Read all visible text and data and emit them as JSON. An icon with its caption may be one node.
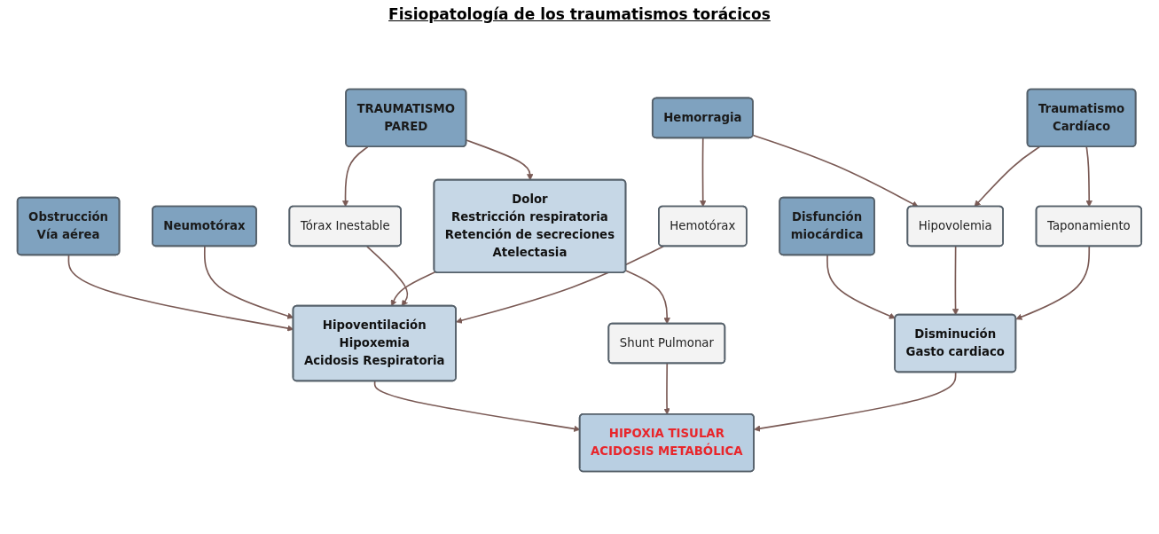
{
  "diagram": {
    "title": "Fisiopatología de los traumatismos torácicos",
    "nodes": [
      {
        "text": [
          "TRAUMATISMO",
          "PARED"
        ]
      },
      {
        "text": [
          "Obstrucción",
          "Vía aérea"
        ]
      },
      {
        "text": [
          "Neumotórax"
        ]
      },
      {
        "text": [
          "Hemorragia"
        ]
      },
      {
        "text": [
          "Traumatismo",
          "Cardíaco"
        ]
      },
      {
        "text": [
          "Disfunción",
          "miocárdica"
        ]
      },
      {
        "text": [
          "Dolor",
          "Restricción respiratoria",
          "Retención de secreciones",
          "Atelectasia"
        ]
      },
      {
        "text": [
          "Tórax Inestable"
        ]
      },
      {
        "text": [
          "Hemotórax"
        ]
      },
      {
        "text": [
          "Hipovolemia"
        ]
      },
      {
        "text": [
          "Taponamiento"
        ]
      },
      {
        "text": [
          "Disminución",
          "Gasto cardiaco"
        ]
      },
      {
        "text": [
          "Hipoventilación",
          "Hipoxemia",
          "Acidosis Respiratoria"
        ]
      },
      {
        "text": [
          "Shunt Pulmonar"
        ]
      },
      {
        "text": [
          "HIPOXIA TISULAR",
          "ACIDOSIS METABÓLICA"
        ]
      }
    ],
    "edges": [
      {
        "from": 0,
        "to": 6,
        "arrow": "to"
      },
      {
        "from": 0,
        "to": 7,
        "arrow": "to"
      },
      {
        "from": 1,
        "to": 12,
        "arrow": "to"
      },
      {
        "from": 2,
        "to": 12,
        "arrow": "to"
      },
      {
        "from": 3,
        "to": 8,
        "arrow": "to"
      },
      {
        "from": 3,
        "to": 9,
        "arrow": "to"
      },
      {
        "from": 4,
        "to": 9,
        "arrow": "to"
      },
      {
        "from": 4,
        "to": 10,
        "arrow": "to"
      },
      {
        "from": 5,
        "to": 11,
        "arrow": "to"
      },
      {
        "from": 6,
        "to": 12,
        "arrow": "to"
      },
      {
        "from": 7,
        "to": 12,
        "arrow": "to"
      },
      {
        "from": 8,
        "to": 12,
        "arrow": "to"
      },
      {
        "from": 9,
        "to": 11,
        "arrow": "to"
      },
      {
        "from": 10,
        "to": 11,
        "arrow": "to"
      },
      {
        "from": 6,
        "to": 13,
        "arrow": "to"
      },
      {
        "from": 12,
        "to": 14,
        "arrow": "to"
      },
      {
        "from": 13,
        "to": 14,
        "arrow": "to"
      },
      {
        "from": 11,
        "to": 14,
        "arrow": "to"
      }
    ]
  }
}
